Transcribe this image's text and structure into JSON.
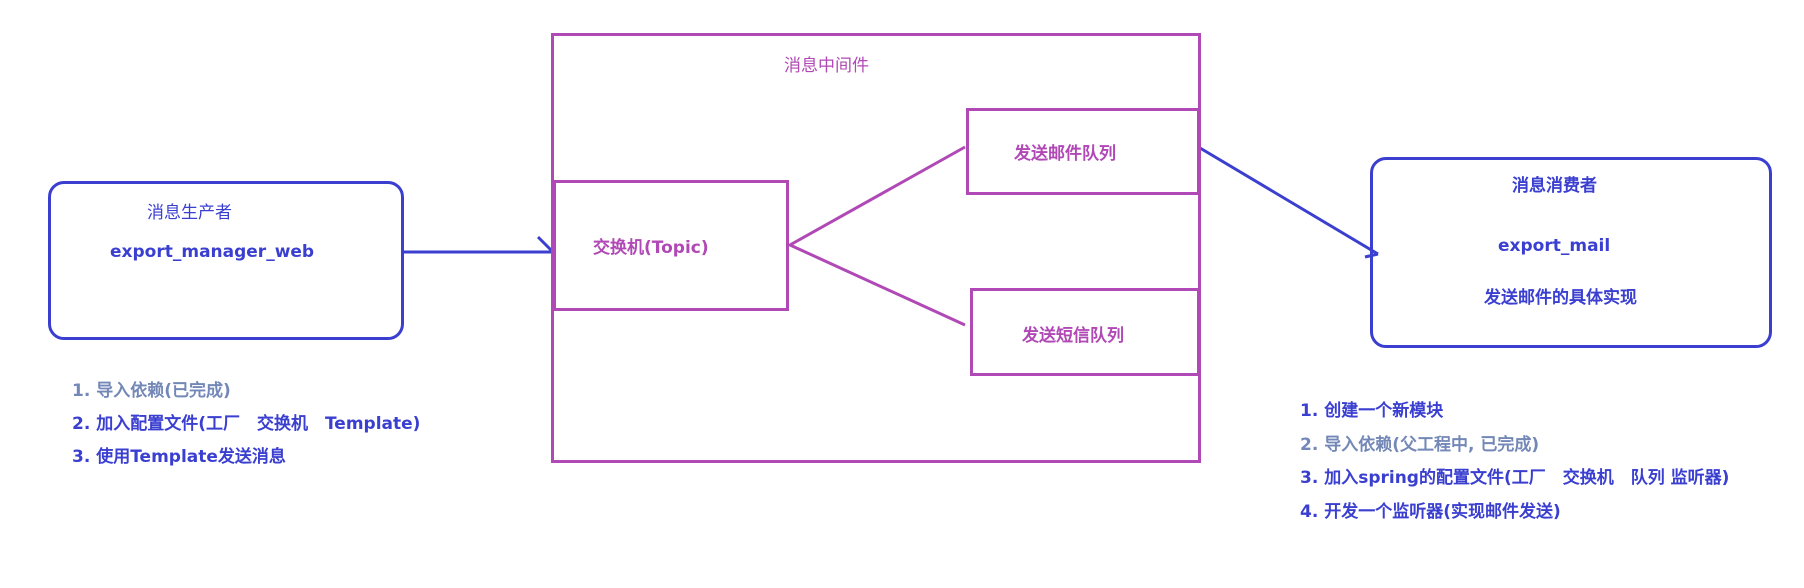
{
  "producer": {
    "title": "消息生产者",
    "module": "export_manager_web",
    "steps": [
      "1. 导入依赖(已完成)",
      "2. 加入配置文件(工厂　交换机　Template)",
      "3. 使用Template发送消息"
    ],
    "steps_done": [
      true,
      false,
      false
    ]
  },
  "middleware": {
    "title": "消息中间件",
    "exchange": "交换机(Topic)",
    "queue_mail": "发送邮件队列",
    "queue_sms": "发送短信队列"
  },
  "consumer": {
    "title": "消息消费者",
    "module": "export_mail",
    "description": "发送邮件的具体实现",
    "steps": [
      "1. 创建一个新模块",
      "2. 导入依赖(父工程中, 已完成)",
      "3. 加入spring的配置文件(工厂　交换机　队列 监听器)",
      "4. 开发一个监听器(实现邮件发送)"
    ],
    "steps_done": [
      false,
      true,
      false,
      false
    ]
  },
  "colors": {
    "blue": "#3a3fd0",
    "purple": "#b048b5",
    "done_grey": "#7488b8"
  }
}
